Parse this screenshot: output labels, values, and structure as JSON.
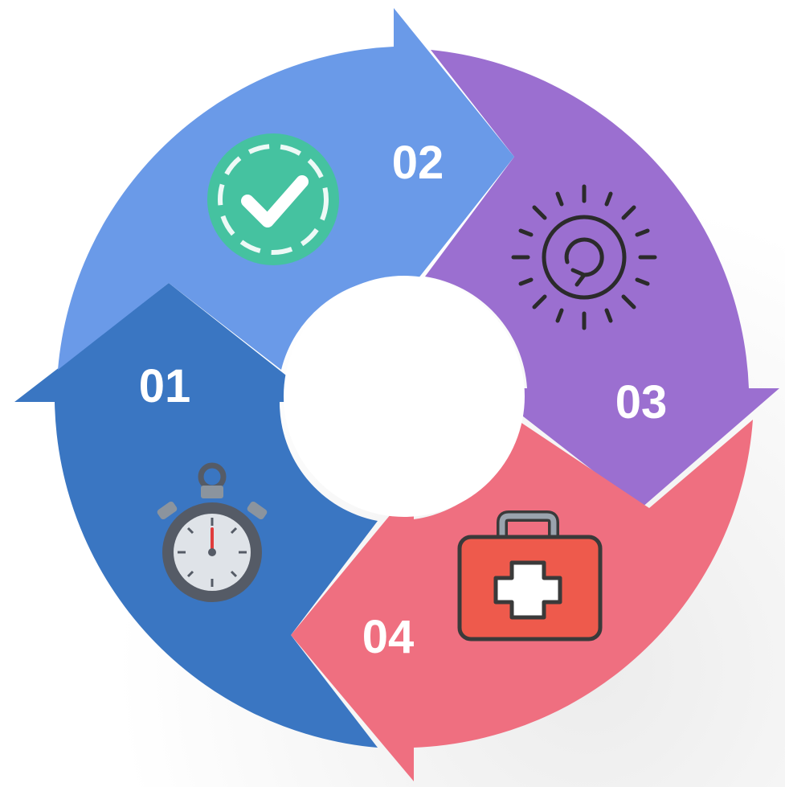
{
  "diagram": {
    "type": "cycle",
    "steps": [
      {
        "label": "01",
        "color": "#3a76c2",
        "icon": "stopwatch-icon"
      },
      {
        "label": "02",
        "color": "#6a9ae8",
        "icon": "checkmark-badge-icon"
      },
      {
        "label": "03",
        "color": "#9b6fd0",
        "icon": "sun-refresh-icon"
      },
      {
        "label": "04",
        "color": "#ef6f80",
        "icon": "first-aid-kit-icon"
      }
    ]
  }
}
